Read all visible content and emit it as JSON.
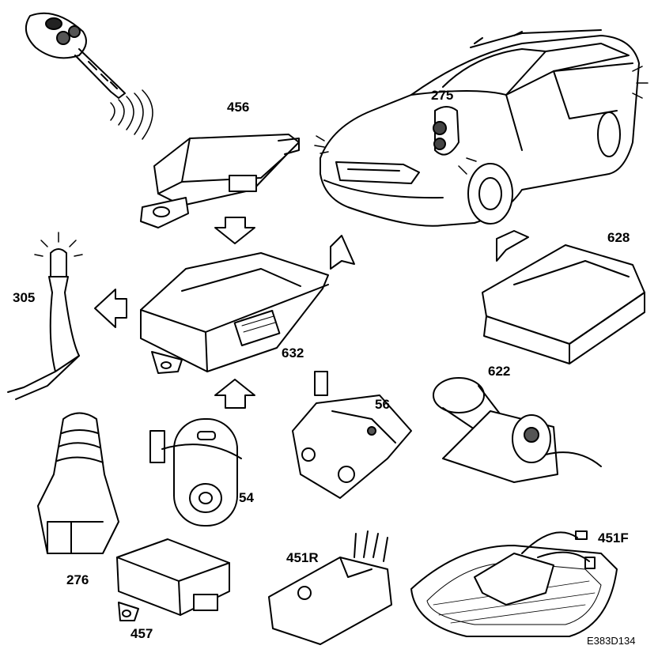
{
  "components": [
    {
      "id": "456",
      "label": "456"
    },
    {
      "id": "275",
      "label": "275"
    },
    {
      "id": "628",
      "label": "628"
    },
    {
      "id": "305",
      "label": "305"
    },
    {
      "id": "632",
      "label": "632"
    },
    {
      "id": "622",
      "label": "622"
    },
    {
      "id": "56",
      "label": "56"
    },
    {
      "id": "54",
      "label": "54"
    },
    {
      "id": "276",
      "label": "276"
    },
    {
      "id": "457",
      "label": "457"
    },
    {
      "id": "451R",
      "label": "451R"
    },
    {
      "id": "451F",
      "label": "451F"
    }
  ],
  "figure_code": "E383D134"
}
